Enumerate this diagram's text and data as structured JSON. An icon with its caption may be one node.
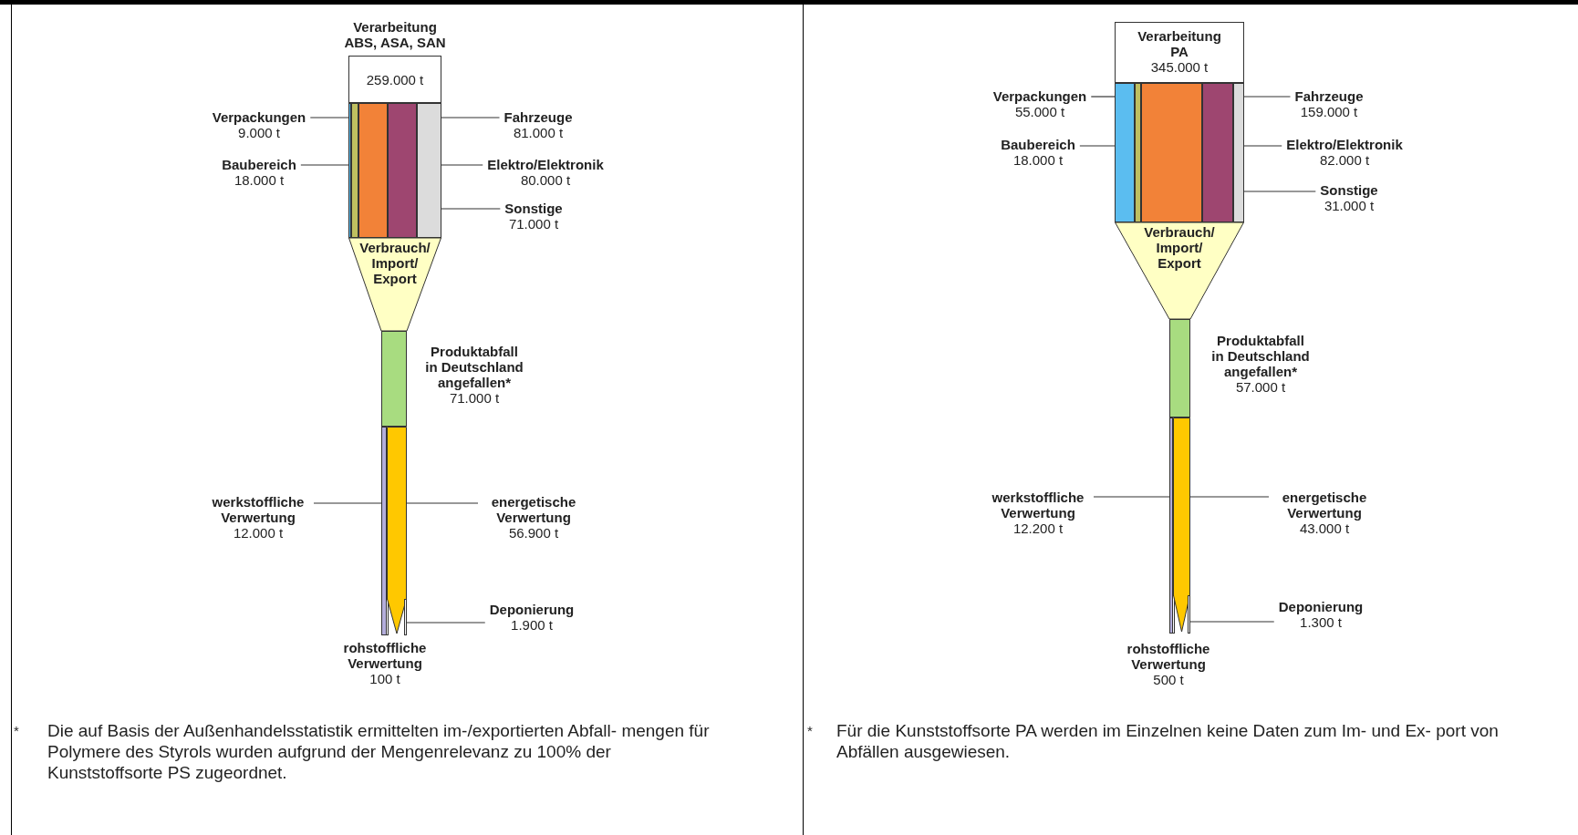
{
  "diagram": {
    "nodes": [
      {
        "text": [
          "Verarbeitung ABS, ASA, SAN",
          "259.000 t"
        ]
      },
      {
        "text": [],
        "shape": "bar"
      },
      {
        "text": [],
        "shape": "bar"
      },
      {
        "text": [],
        "shape": "bar"
      },
      {
        "text": [],
        "shape": "bar"
      },
      {
        "text": [],
        "shape": "bar"
      },
      {
        "text": [
          "Verpackungen",
          "9.000 t"
        ]
      },
      {
        "text": [
          "Baubereich",
          "18.000 t"
        ]
      },
      {
        "text": [
          "Fahrzeuge",
          "81.000 t"
        ]
      },
      {
        "text": [
          "Elektro/Elektronik",
          "80.000 t"
        ]
      },
      {
        "text": [
          "Sonstige",
          "71.000 t"
        ]
      },
      {
        "text": [
          "Verbrauch/ Import/ Export"
        ]
      },
      {
        "text": [],
        "shape": "bar",
        "beside": [
          "Produktabfall in Deutschland angefallen*",
          "71.000 t"
        ]
      },
      {
        "text": [],
        "shape": "bar"
      },
      {
        "text": [],
        "shape": "bar",
        "beside": [
          "rohstoffliche Verwertung",
          "100 t"
        ]
      },
      {
        "text": [],
        "shape": "bar"
      },
      {
        "text": [],
        "shape": "bar"
      },
      {
        "text": [
          "werkstoffliche Verwertung",
          "12.000 t"
        ]
      },
      {
        "text": [
          "energetische Verwertung",
          "56.900 t"
        ]
      },
      {
        "text": [
          "Deponierung",
          "1.900 t"
        ]
      },
      {
        "text": [
          "Verarbeitung PA",
          "345.000 t"
        ]
      },
      {
        "text": [],
        "shape": "bar"
      },
      {
        "text": [],
        "shape": "bar"
      },
      {
        "text": [],
        "shape": "bar"
      },
      {
        "text": [],
        "shape": "bar"
      },
      {
        "text": [],
        "shape": "bar"
      },
      {
        "text": [
          "Verpackungen",
          "55.000 t"
        ]
      },
      {
        "text": [
          "Baubereich",
          "18.000 t"
        ]
      },
      {
        "text": [
          "Fahrzeuge",
          "159.000 t"
        ]
      },
      {
        "text": [
          "Elektro/Elektronik",
          "82.000 t"
        ]
      },
      {
        "text": [
          "Sonstige",
          "31.000 t"
        ]
      },
      {
        "text": [
          "Verbrauch/ Import/ Export"
        ]
      },
      {
        "text": [],
        "shape": "bar",
        "beside": [
          "Produktabfall in Deutschland angefallen*",
          "57.000 t"
        ]
      },
      {
        "text": [],
        "shape": "bar"
      },
      {
        "text": [],
        "shape": "bar",
        "beside": [
          "rohstoffliche Verwertung",
          "500 t"
        ]
      },
      {
        "text": [],
        "shape": "bar"
      },
      {
        "text": [],
        "shape": "bar"
      },
      {
        "text": [
          "werkstoffliche Verwertung",
          "12.200 t"
        ]
      },
      {
        "text": [
          "energetische Verwertung",
          "43.000 t"
        ]
      },
      {
        "text": [
          "Deponierung",
          "1.300 t"
        ]
      }
    ],
    "edges": [
      {
        "from": 6,
        "to": 1,
        "arrow": "none"
      },
      {
        "from": 7,
        "to": 2,
        "arrow": "none"
      },
      {
        "from": 8,
        "to": 3,
        "arrow": "none"
      },
      {
        "from": 9,
        "to": 4,
        "arrow": "none"
      },
      {
        "from": 10,
        "to": 5,
        "arrow": "none"
      },
      {
        "from": 17,
        "to": 13,
        "arrow": "none"
      },
      {
        "from": 18,
        "to": 15,
        "arrow": "none"
      },
      {
        "from": 19,
        "to": 16,
        "arrow": "none"
      },
      {
        "from": 26,
        "to": 21,
        "arrow": "none"
      },
      {
        "from": 27,
        "to": 22,
        "arrow": "none"
      },
      {
        "from": 28,
        "to": 23,
        "arrow": "none"
      },
      {
        "from": 29,
        "to": 24,
        "arrow": "none"
      },
      {
        "from": 30,
        "to": 25,
        "arrow": "none"
      },
      {
        "from": 37,
        "to": 33,
        "arrow": "none"
      },
      {
        "from": 38,
        "to": 35,
        "arrow": "none"
      },
      {
        "from": 39,
        "to": 36,
        "arrow": "none"
      }
    ],
    "labels": [
      "*",
      "Die auf Basis der Außenhandelsstatistik ermittelten im-/exportierten Abfall- mengen für Polymere des Styrols wurden aufgrund der Mengenrelevanz zu 100% der Kunststoffsorte PS zugeordnet.",
      "*",
      "Für die Kunststoffsorte PA werden im Einzelnen keine Daten zum Im- und Ex- port von Abfällen ausgewiesen."
    ]
  }
}
